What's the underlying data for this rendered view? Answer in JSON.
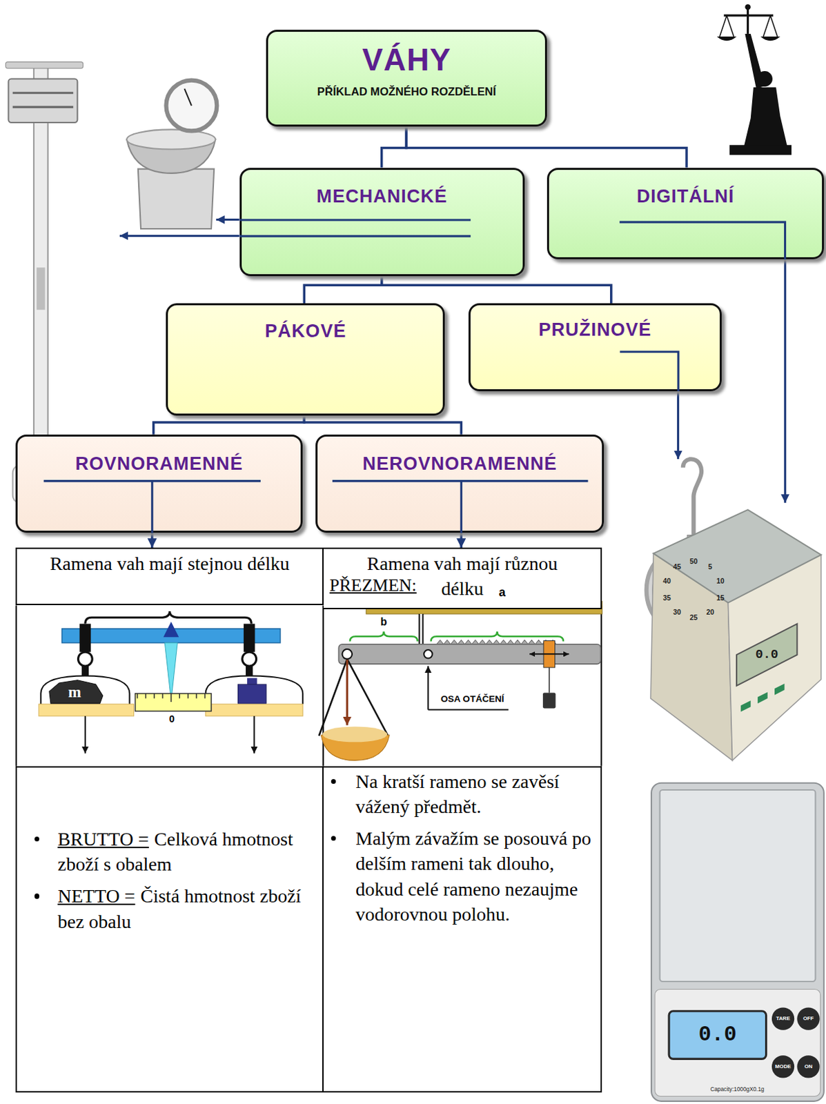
{
  "diagram": {
    "nodes": [
      {
        "text": [
          "VÁHY",
          "PŘÍKLAD MOŽNÉHO ROZDĚLENÍ"
        ]
      },
      {
        "text": [
          "MECHANICKÉ"
        ]
      },
      {
        "text": [
          "DIGITÁLNÍ"
        ]
      },
      {
        "text": [
          "PÁKOVÉ"
        ]
      },
      {
        "text": [
          "PRUŽINOVÉ"
        ]
      },
      {
        "text": [
          "ROVNORAMENNÉ"
        ]
      },
      {
        "text": [
          "NEROVNORAMENNÉ"
        ]
      },
      {
        "text": [
          "Ramena vah mají stejnou délku"
        ]
      },
      {
        "text": [
          "Ramena vah mají různou délku"
        ]
      },
      {
        "text": [
          "BRUTTO =",
          "Celková hmotnost zboží s obalem",
          "NETTO =",
          "Čistá hmotnost zboží bez obalu"
        ]
      },
      {
        "text": [
          "Na kratší rameno se zavěsí vážený předmět.",
          "Malým závažím se posouvá po delším rameni tak dlouho, dokud celé rameno nezaujme vodorovnou polohu."
        ]
      }
    ],
    "edges": [
      {
        "from": 0,
        "to": 1,
        "arrow": "none"
      },
      {
        "from": 0,
        "to": 2,
        "arrow": "none"
      },
      {
        "from": 1,
        "to": 3,
        "arrow": "none"
      },
      {
        "from": 1,
        "to": 4,
        "arrow": "none"
      },
      {
        "from": 3,
        "to": 5,
        "arrow": "none"
      },
      {
        "from": 3,
        "to": 6,
        "arrow": "none"
      },
      {
        "from": 5,
        "to": 7,
        "arrow": "to"
      },
      {
        "from": 6,
        "to": 8,
        "arrow": "to"
      }
    ],
    "labels": [
      "50",
      "5",
      "10",
      "15",
      "20",
      "25",
      "30",
      "35",
      "40",
      "45",
      "0.0",
      "PŘEZMEN:",
      "a",
      "b",
      "m",
      "0",
      "OSA OTÁČENÍ",
      "0.0",
      "TARE",
      "OFF",
      "MODE",
      "ON",
      "Capacity:1000gX0.1g"
    ]
  }
}
